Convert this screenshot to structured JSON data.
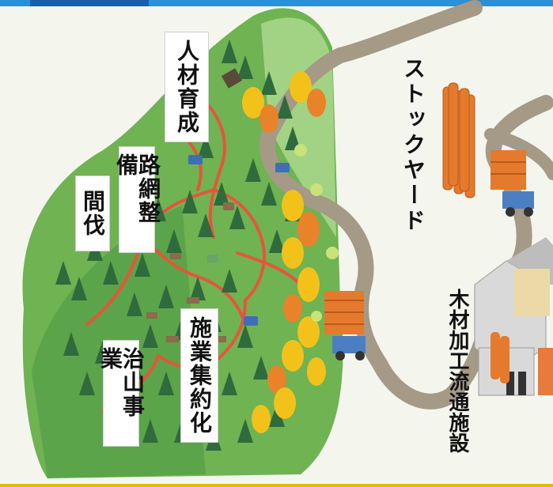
{
  "labels": {
    "thinning": "間伐",
    "road_network": "路網整備",
    "training": "人材育成",
    "erosion_control": "治山事業",
    "consolidation": "施業集約化",
    "stockyard": "ストックヤード",
    "timber_facility": "木材加工流通施設"
  },
  "colors": {
    "mountain_dark": "#5fa84a",
    "mountain_light": "#b7dd97",
    "forest_road": "#e6553a",
    "main_road": "#a49a86",
    "conifer": "#2f6b3c",
    "broadleaf_yellow": "#f2c21b",
    "broadleaf_orange": "#e8832a",
    "log": "#e57a2c",
    "truck": "#3e6fb6",
    "building": "#d9d9d9"
  },
  "icons": [
    "conifer-tree-icon",
    "yellow-tree-icon",
    "log-truck-icon",
    "harvester-icon",
    "log-pile-icon",
    "processing-building-icon"
  ]
}
